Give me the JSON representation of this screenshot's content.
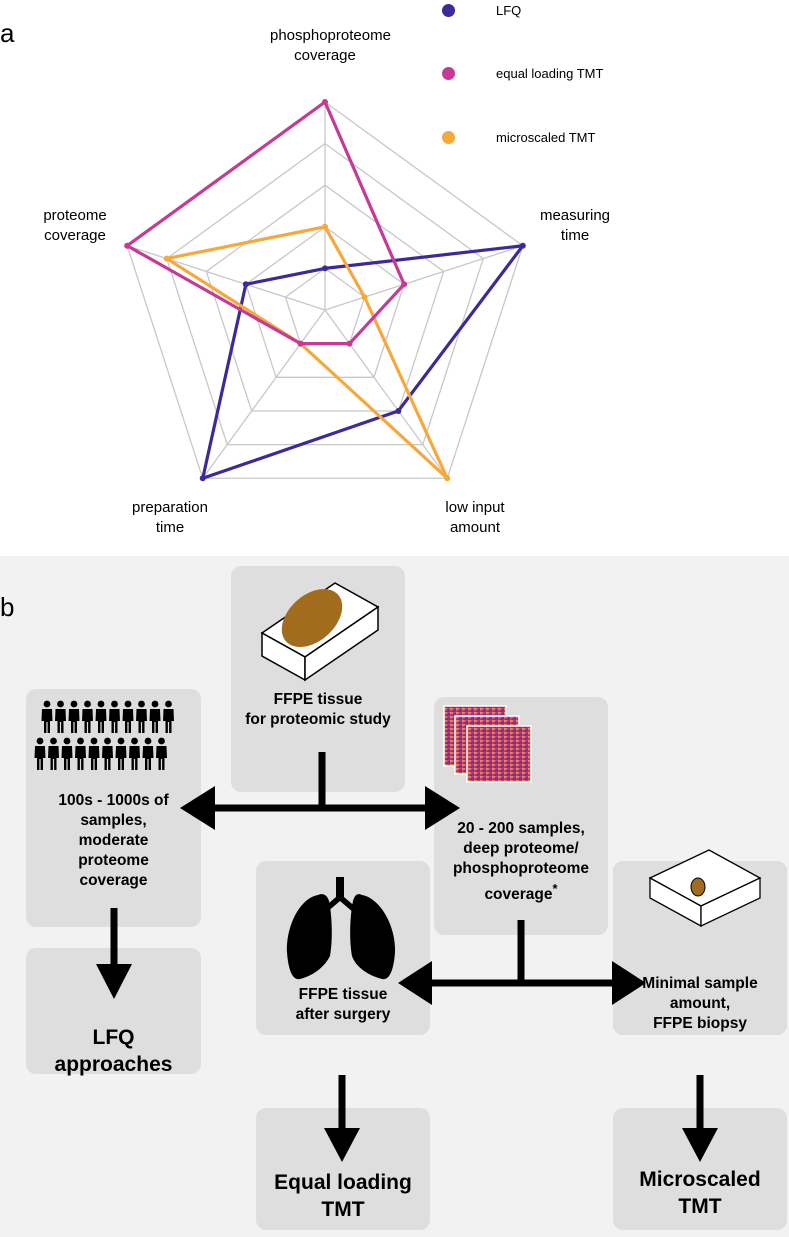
{
  "panel_a": {
    "letter": "a",
    "legend": [
      {
        "label": "LFQ",
        "color": "#3b2a9a"
      },
      {
        "label": "equal loading TMT",
        "color": "#c53a96"
      },
      {
        "label": "microscaled TMT",
        "color": "#f5a93c"
      }
    ]
  },
  "chart_data": {
    "type": "radar",
    "axes": [
      "phosphoproteome coverage",
      "measuring time",
      "low input amount",
      "preparation time",
      "proteome coverage"
    ],
    "levels": 5,
    "range": [
      0,
      5
    ],
    "grid": true,
    "legend_position": "top-right",
    "series": [
      {
        "name": "LFQ",
        "color": "#3b2a9a",
        "values": [
          1,
          5,
          3,
          5,
          2
        ]
      },
      {
        "name": "equal loading TMT",
        "color": "#c53a96",
        "values": [
          5,
          2,
          1,
          1,
          5
        ]
      },
      {
        "name": "microscaled TMT",
        "color": "#f5a93c",
        "values": [
          2,
          1,
          5,
          1,
          4
        ]
      }
    ]
  },
  "panel_b": {
    "letter": "b",
    "colors": {
      "tissue": "#a26c1e",
      "arrow": "#000000",
      "box": "#dedede"
    },
    "icons": {
      "tissue_block": "ffpe-block-icon",
      "people": "people-crowd-icon",
      "heatmaps": "heatmap-stack-icon",
      "lungs": "lungs-icon",
      "small_block": "biopsy-block-icon"
    },
    "boxes": {
      "ffpe_study": {
        "line1": "FFPE tissue",
        "line2": "for proteomic study"
      },
      "samples_many": {
        "line1": "100s - 1000s of",
        "line2": "samples,",
        "line3": "moderate",
        "line4": "proteome",
        "line5": "coverage"
      },
      "samples_few": {
        "line1": "20 - 200 samples,",
        "line2": "deep proteome/",
        "line3": "phosphoproteome",
        "line4": "coverage",
        "sup": "*"
      },
      "ffpe_surgery": {
        "line1": "FFPE tissue",
        "line2": "after surgery"
      },
      "minimal": {
        "line1": "Minimal sample",
        "line2": "amount,",
        "line3": "FFPE biopsy"
      },
      "lfq": {
        "line1": "LFQ",
        "line2": "approaches"
      },
      "equal": {
        "line1": "Equal loading",
        "line2": "TMT"
      },
      "micro": {
        "line1": "Microscaled",
        "line2": "TMT"
      }
    }
  }
}
